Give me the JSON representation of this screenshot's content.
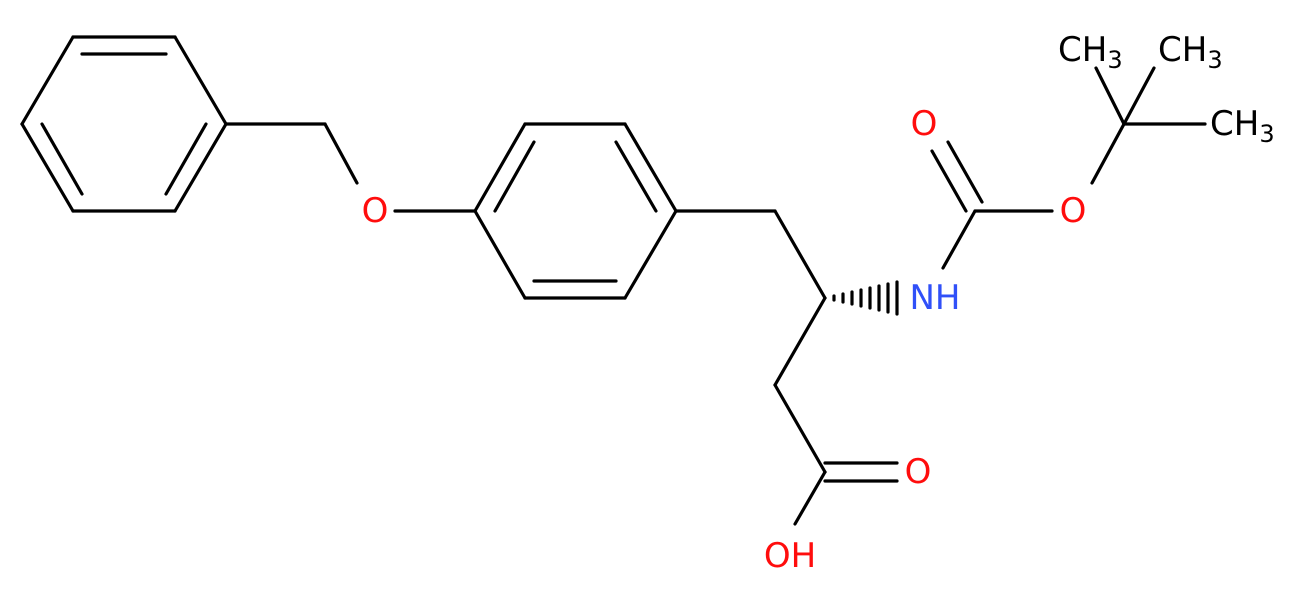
{
  "colors": {
    "bond": "#000000",
    "oxygen": "#ff0d0d",
    "nitrogen": "#3050f8",
    "carbon": "#000000",
    "background": "#ffffff"
  },
  "atoms": {
    "ether_oxygen": "O",
    "amide_nitrogen": "NH",
    "carbamate_carbonyl_oxygen": "O",
    "carbamate_ester_oxygen": "O",
    "acid_carbonyl_oxygen": "O",
    "acid_hydroxyl": "OH",
    "methyl_1": {
      "main": "CH",
      "sub": "3"
    },
    "methyl_2": {
      "main": "CH",
      "sub": "3"
    },
    "methyl_3": {
      "main": "CH",
      "sub": "3"
    }
  }
}
